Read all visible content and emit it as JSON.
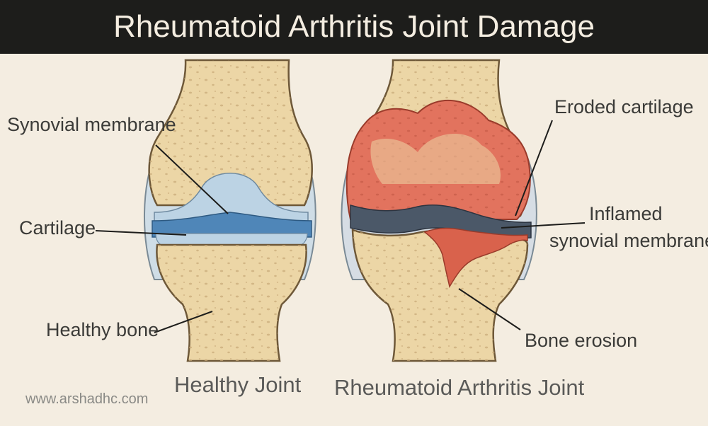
{
  "title": "Rheumatoid Arthritis Joint Damage",
  "healthy": {
    "caption": "Healthy Joint",
    "labels": {
      "synovial": "Synovial membrane",
      "cartilage": "Cartilage",
      "bone": "Healthy bone"
    }
  },
  "ra": {
    "caption": "Rheumatoid Arthritis Joint",
    "labels": {
      "eroded": "Eroded cartilage",
      "inflamed_1": "Inflamed",
      "inflamed_2": "synovial membrane",
      "erosion": "Bone erosion"
    }
  },
  "watermark": "www.arshadhc.com",
  "colors": {
    "background": "#f4ede1",
    "title_bar": "#1d1d1b",
    "bone": "#ecd6a6",
    "cartilage_blue": "#4f86b8",
    "synovium_light": "#bcd3e4",
    "inflamed_red": "#e2735e",
    "eroded_dark": "#4b5868"
  }
}
